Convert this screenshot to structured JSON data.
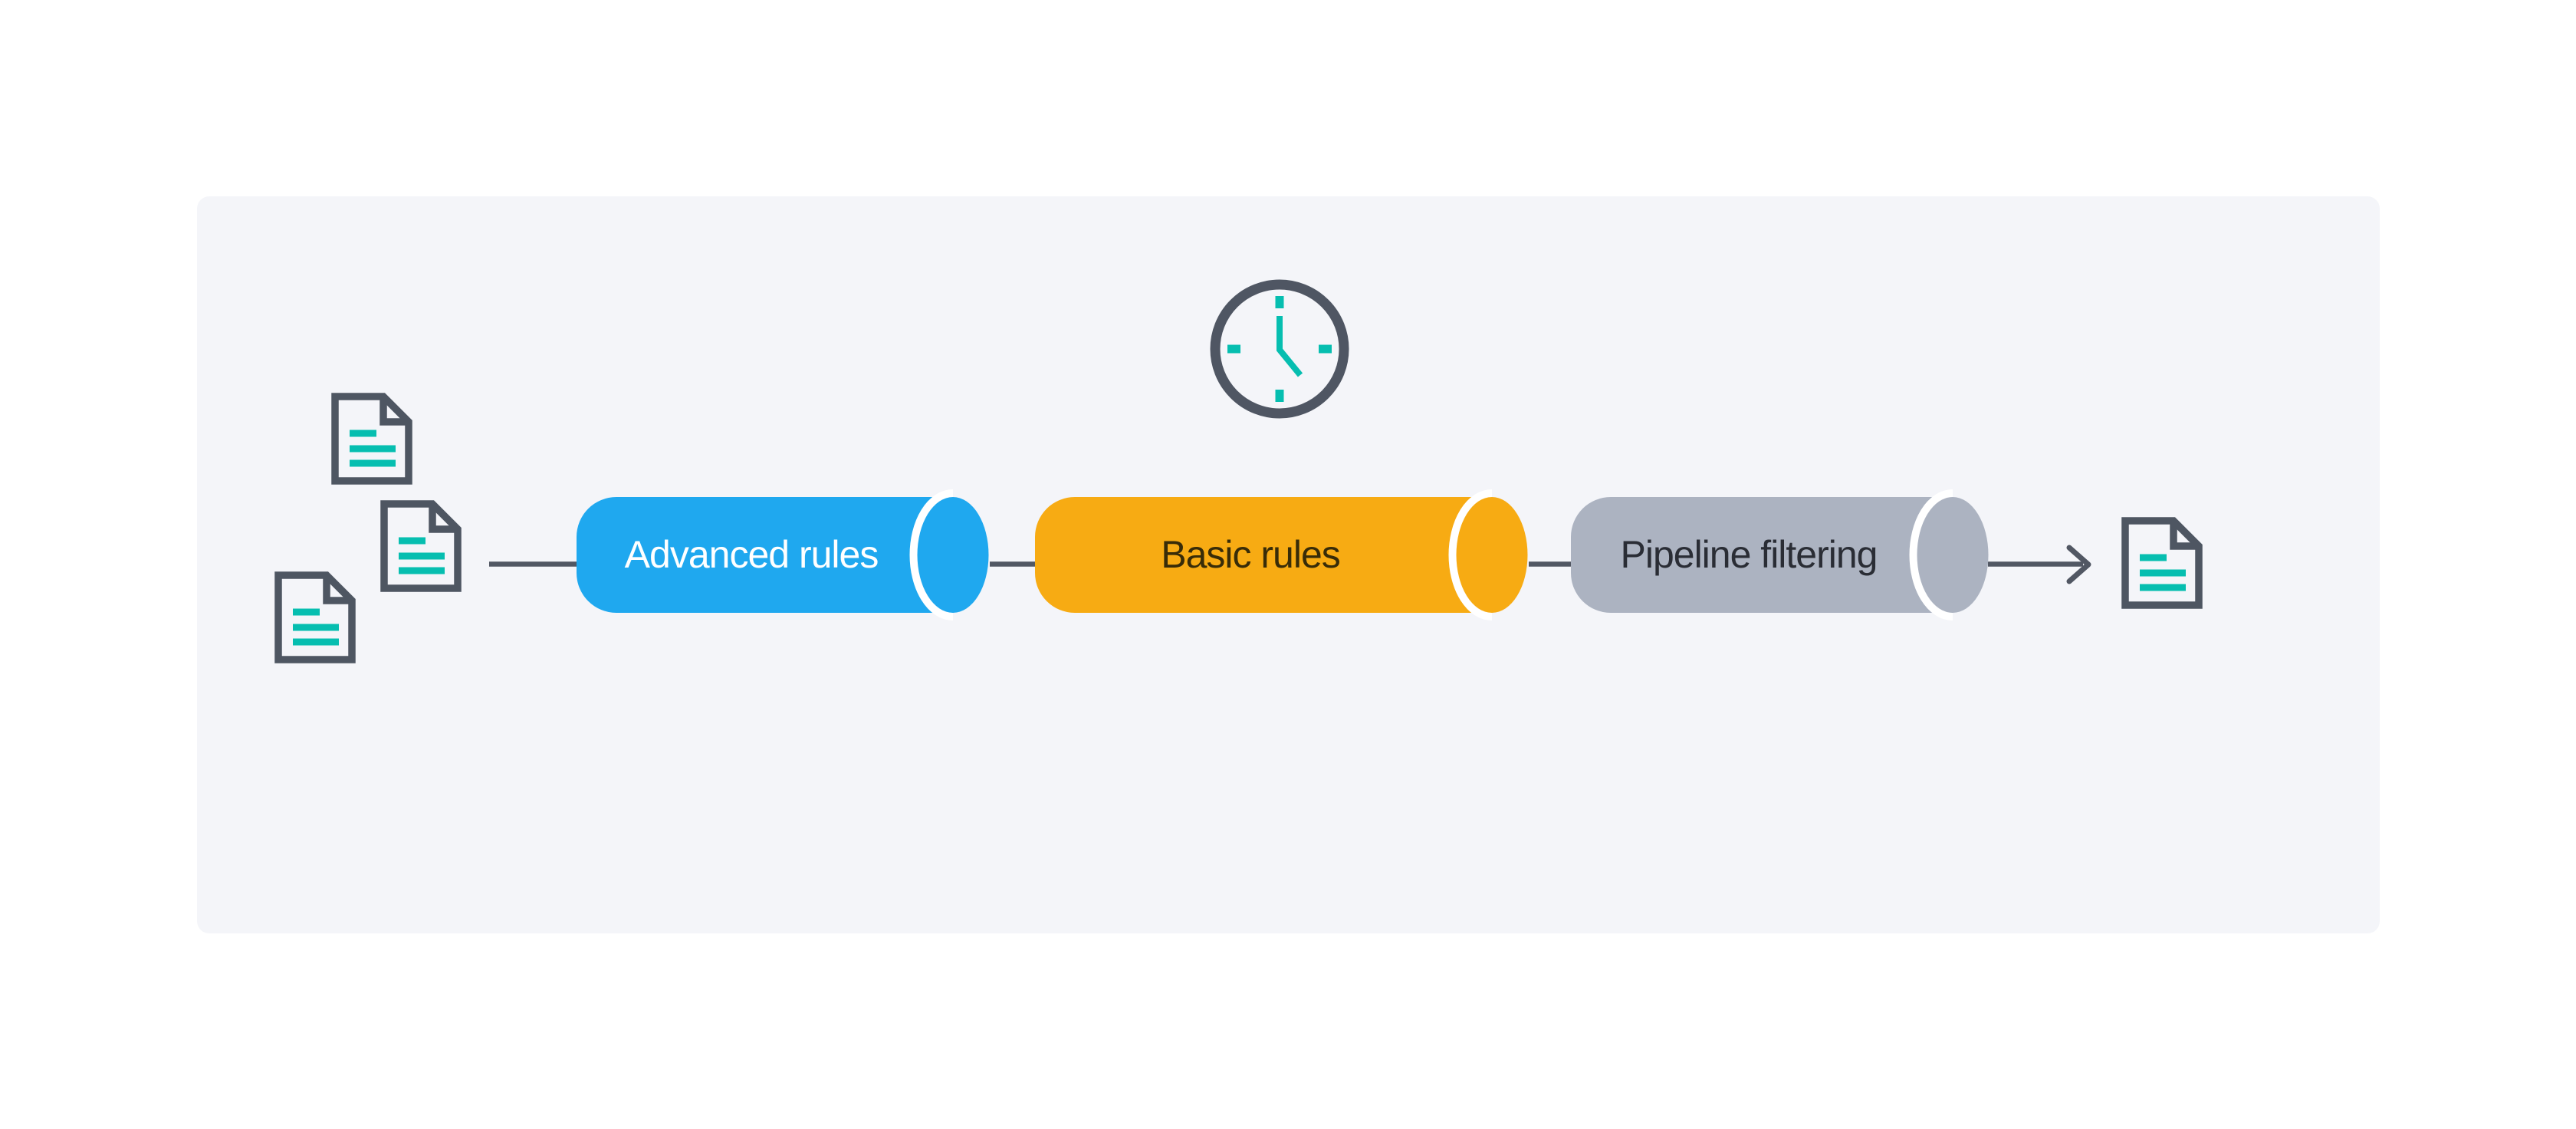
{
  "page": {
    "background": "#FFFFFF"
  },
  "panel": {
    "background": "#F4F5F9",
    "corner_radius": 16
  },
  "flow": {
    "stages": [
      {
        "label": "Advanced rules",
        "fill": "#1FA8EF",
        "text_color": "#FFFFFF"
      },
      {
        "label": "Basic rules",
        "fill": "#F7AB13",
        "text_color": "#382C08"
      },
      {
        "label": "Pipeline filtering",
        "fill": "#ACB3C1",
        "text_color": "#2A2D35"
      }
    ],
    "input_documents_count": 3,
    "output_documents_count": 1,
    "icons": {
      "clock": "clock-icon",
      "input_document": "document-icon",
      "output_document": "document-icon",
      "arrow": "arrow-right-icon"
    },
    "colors": {
      "icon_outline": "#4E5662",
      "connector_line": "#515763",
      "accent_teal": "#06BEB0",
      "cylinder_cap_gap": "#FFFFFF"
    }
  }
}
